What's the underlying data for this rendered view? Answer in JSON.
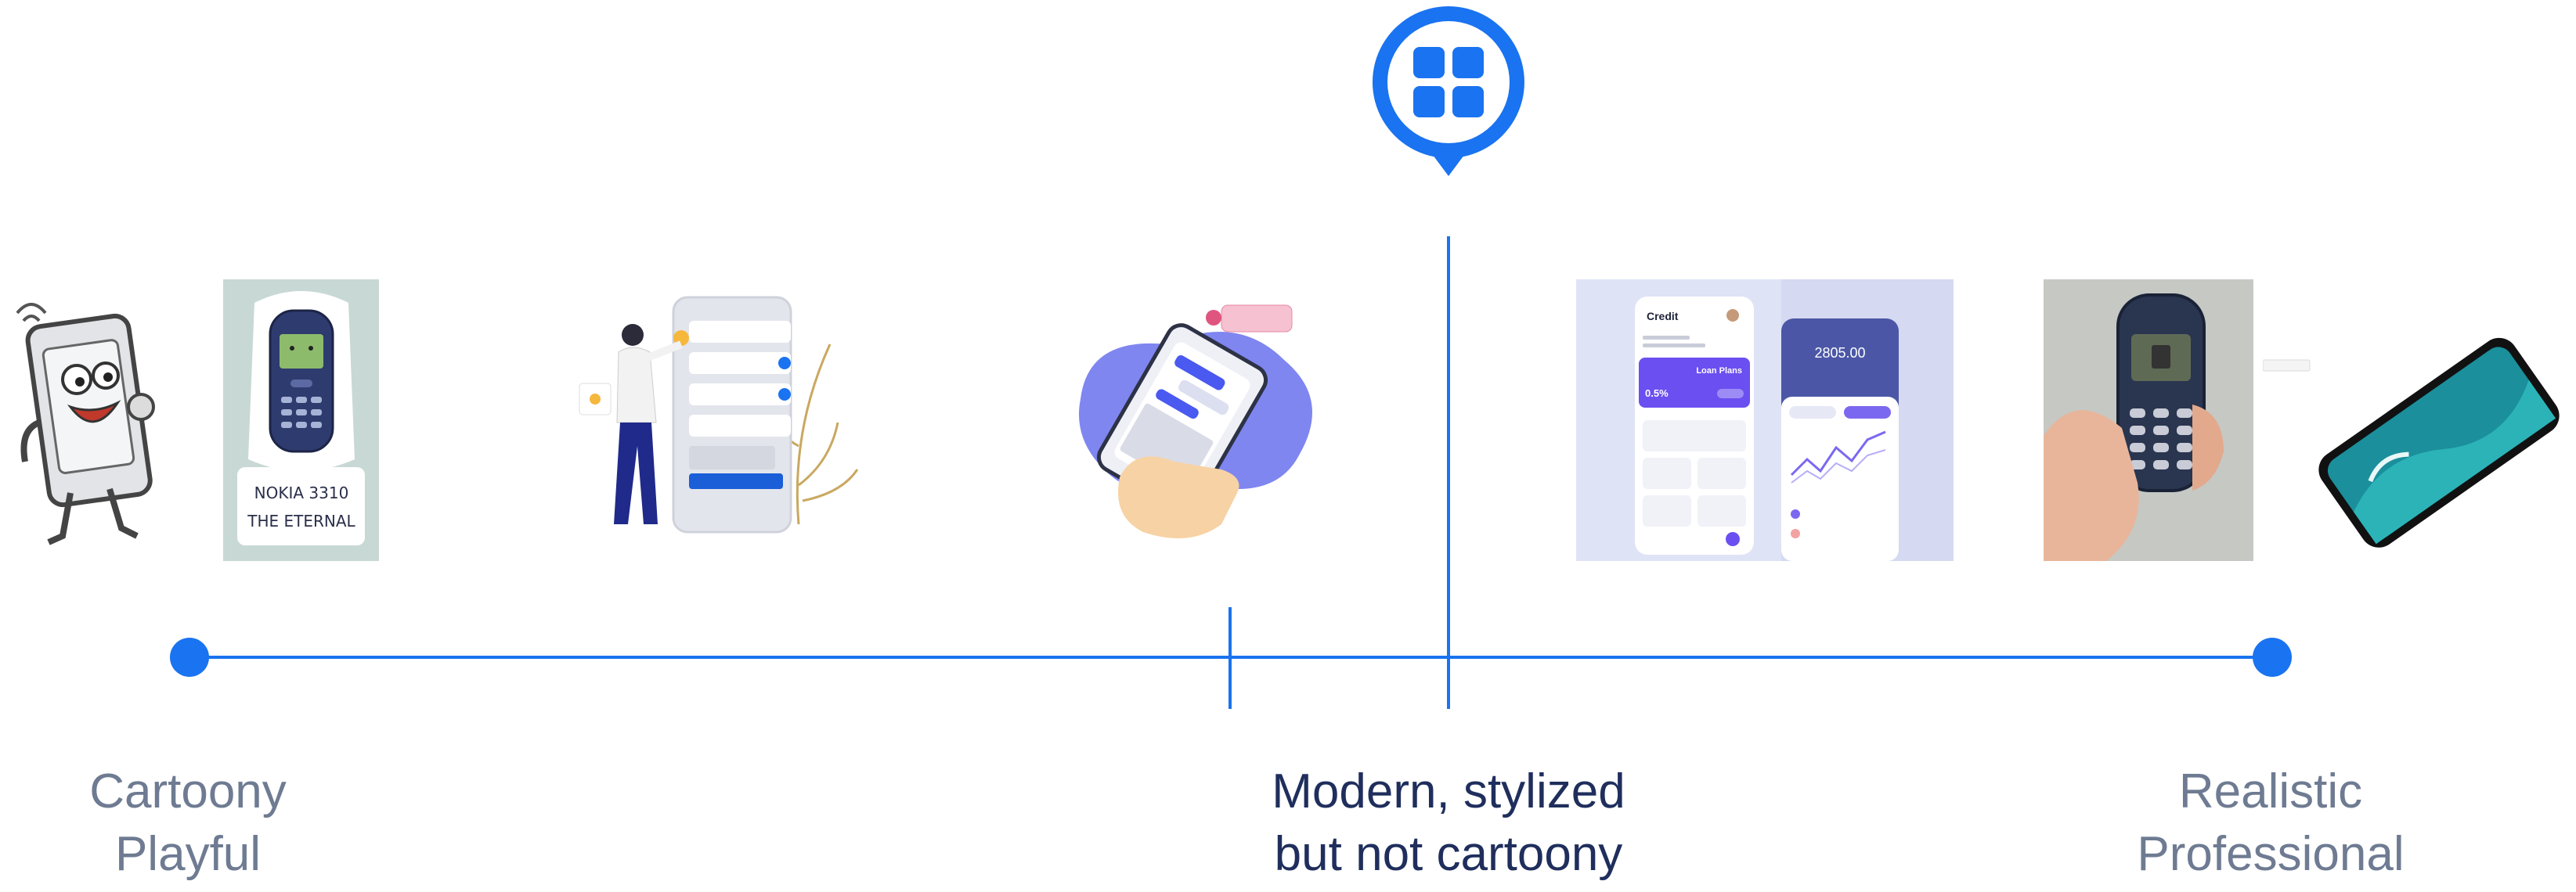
{
  "labels": {
    "left": "Cartoony\nPlayful",
    "middle": "Modern, stylized\nbut not cartoony",
    "right": "Realistic\nProfessional"
  },
  "sticker": {
    "line1": "NOKIA 3310",
    "line2": "THE ETERNAL"
  },
  "finance_ui": {
    "card_title": "Credit",
    "plan_title": "Loan Plans",
    "rate": "0.5%",
    "balance": "2805.00"
  },
  "colors": {
    "accent": "#1a73f0",
    "label_muted": "#6e7b92",
    "label_strong": "#1f2e5c"
  },
  "icons": {
    "pin_marker": "grid-pin-icon"
  }
}
